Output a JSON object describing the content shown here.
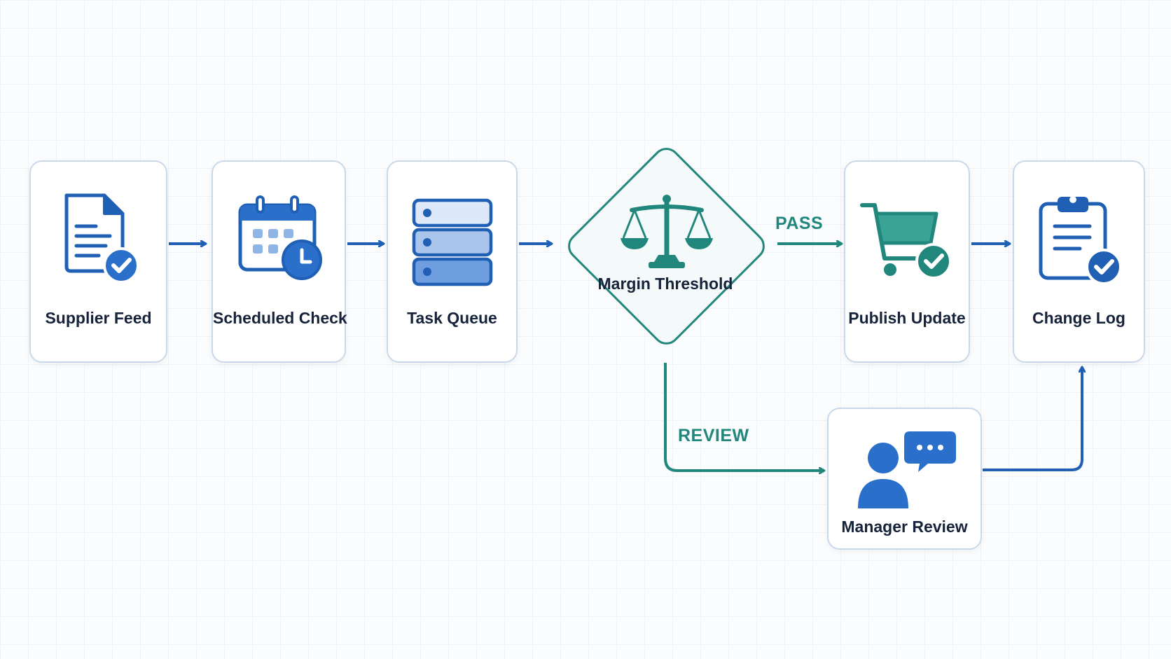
{
  "nodes": {
    "supplier_feed": {
      "label": "Supplier Feed",
      "icon": "document-check-icon"
    },
    "scheduled_check": {
      "label": "Scheduled Check",
      "icon": "calendar-clock-icon"
    },
    "task_queue": {
      "label": "Task Queue",
      "icon": "server-stack-icon"
    },
    "margin_threshold": {
      "label": "Margin Threshold",
      "icon": "balance-scale-icon"
    },
    "publish_update": {
      "label": "Publish Update",
      "icon": "cart-check-icon"
    },
    "change_log": {
      "label": "Change Log",
      "icon": "clipboard-check-icon"
    },
    "manager_review": {
      "label": "Manager Review",
      "icon": "person-chat-icon"
    }
  },
  "edges": {
    "pass_label": "PASS",
    "review_label": "REVIEW"
  },
  "colors": {
    "primary_blue": "#1f5fb4",
    "teal": "#21877d",
    "node_border": "#c9d9ea",
    "text": "#16233a"
  }
}
